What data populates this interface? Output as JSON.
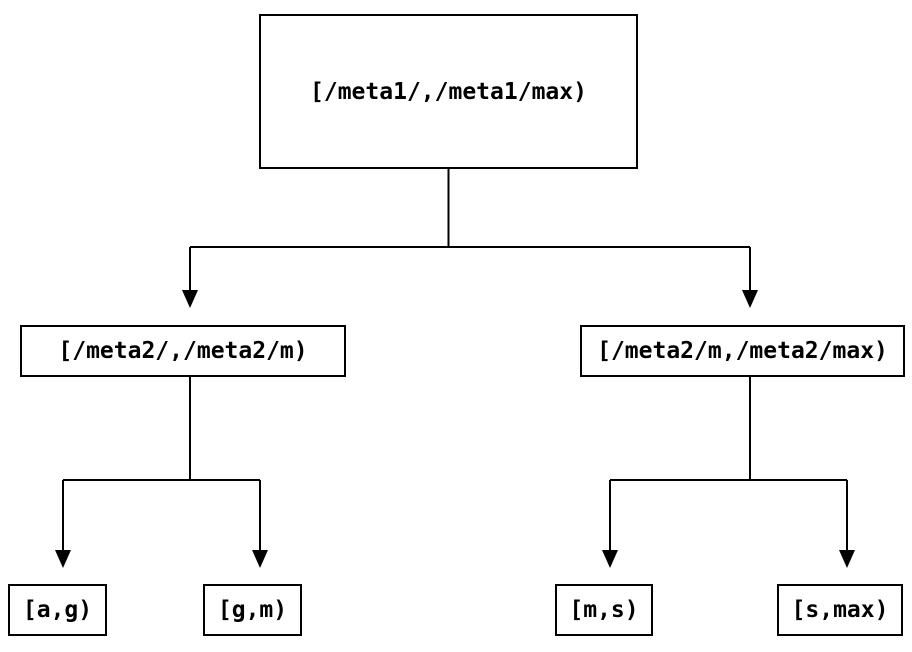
{
  "diagram": {
    "type": "tree",
    "description": "Interval partition tree: a metadata range split into sub-ranges down to leaf intervals",
    "nodes": {
      "root": {
        "label": "[/meta1/,/meta1/max)"
      },
      "left": {
        "label": "[/meta2/,/meta2/m)"
      },
      "right": {
        "label": "[/meta2/m,/meta2/max)"
      },
      "leaf_ag": {
        "label": "[a,g)"
      },
      "leaf_gm": {
        "label": "[g,m)"
      },
      "leaf_ms": {
        "label": "[m,s)"
      },
      "leaf_smax": {
        "label": "[s,max)"
      }
    },
    "edges": [
      {
        "from": "root",
        "to": "left"
      },
      {
        "from": "root",
        "to": "right"
      },
      {
        "from": "left",
        "to": "leaf_ag"
      },
      {
        "from": "left",
        "to": "leaf_gm"
      },
      {
        "from": "right",
        "to": "leaf_ms"
      },
      {
        "from": "right",
        "to": "leaf_smax"
      }
    ],
    "colors": {
      "background": "#ffffff",
      "line": "#000000",
      "box_border": "#000000",
      "text": "#000000"
    }
  }
}
